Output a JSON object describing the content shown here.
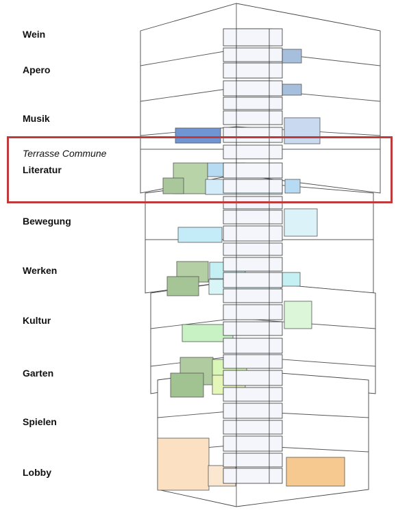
{
  "floors": {
    "wein": "Wein",
    "apero": "Apero",
    "musik": "Musik",
    "terrasse": "Terrasse Commune",
    "literatur": "Literatur",
    "bewegung": "Bewegung",
    "werken": "Werken",
    "kultur": "Kultur",
    "garten": "Garten",
    "spielen": "Spielen",
    "lobby": "Lobby"
  },
  "highlight_color": "#c0393b",
  "palette": {
    "blue": "#8fb0dc",
    "sky": "#b8dbf4",
    "cyan": "#c4f0f4",
    "sage": "#b9d3a9",
    "green": "#c9f2c4",
    "lime": "#e4f7b8",
    "peach": "#fbe0c2",
    "orange": "#f6c990"
  }
}
